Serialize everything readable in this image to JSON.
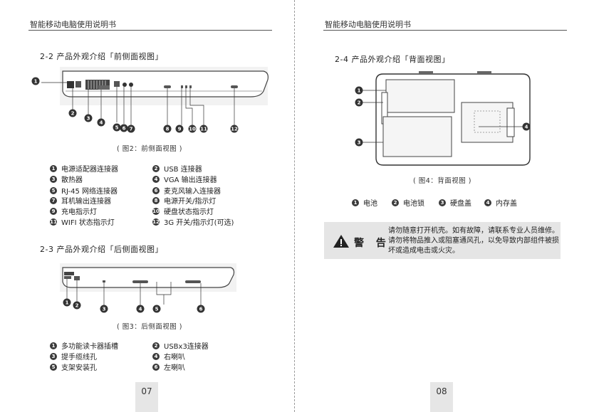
{
  "header": {
    "title": "智能移动电脑使用说明书"
  },
  "left": {
    "section_front": "2-2 产品外观介绍「前侧面视图」",
    "caption_front": "( 图2：前侧面视图 )",
    "front_items": [
      {
        "n": "1",
        "label": "电源适配器连接器"
      },
      {
        "n": "2",
        "label": "USB 连接器"
      },
      {
        "n": "3",
        "label": "散热器"
      },
      {
        "n": "4",
        "label": "VGA 输出连接器"
      },
      {
        "n": "5",
        "label": "RJ-45 网络连接器"
      },
      {
        "n": "6",
        "label": "麦克风输入连接器"
      },
      {
        "n": "7",
        "label": "耳机输出连接器"
      },
      {
        "n": "8",
        "label": "电源开关/指示灯"
      },
      {
        "n": "9",
        "label": "充电指示灯"
      },
      {
        "n": "10",
        "label": "硬盘状态指示灯"
      },
      {
        "n": "11",
        "label": "WIFI 状态指示灯"
      },
      {
        "n": "12",
        "label": "3G 开关/指示灯(可选)"
      }
    ],
    "section_rear": "2-3 产品外观介绍「后侧面视图」",
    "caption_rear": "( 图3：后侧面视图 )",
    "rear_items": [
      {
        "n": "1",
        "label": "多功能读卡器插槽"
      },
      {
        "n": "2",
        "label": "USBx3连接器"
      },
      {
        "n": "3",
        "label": "提手缆线孔"
      },
      {
        "n": "4",
        "label": "右喇叭"
      },
      {
        "n": "5",
        "label": "支架安装孔"
      },
      {
        "n": "6",
        "label": "左喇叭"
      }
    ],
    "page_number": "07"
  },
  "right": {
    "section_back": "2-4 产品外观介绍「背面视图」",
    "caption_back": "( 图4：背面视图 )",
    "back_items": [
      {
        "n": "1",
        "label": "电池"
      },
      {
        "n": "2",
        "label": "电池锁"
      },
      {
        "n": "3",
        "label": "硬盘盖"
      },
      {
        "n": "4",
        "label": "内存盖"
      }
    ],
    "warning": {
      "label": "警 告",
      "text": "请勿随意打开机壳。如有故障，请联系专业人员维修。请勿将物品推入或阻塞通风孔，以免导致内部组件被损坏或造成电击或火灾。"
    },
    "page_number": "08"
  }
}
